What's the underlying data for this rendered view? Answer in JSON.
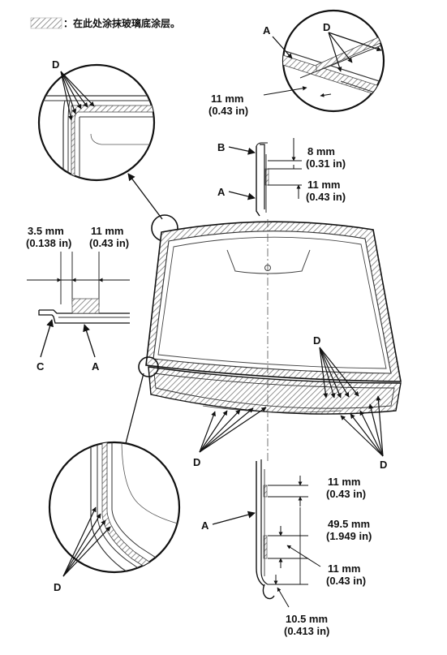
{
  "legend": {
    "text": "：在此处涂抹玻璃底涂层。"
  },
  "labels": {
    "A": "A",
    "B": "B",
    "C": "C",
    "D": "D"
  },
  "dims": {
    "top_11mm": "11 mm",
    "top_043in": "(0.43 in)",
    "b_8mm": "8 mm",
    "b_031in": "(0.31 in)",
    "b_11mm": "11 mm",
    "b_043in": "(0.43 in)",
    "side_35mm": "3.5 mm",
    "side_0138in": "(0.138 in)",
    "side_11mm": "11 mm",
    "side_043in": "(0.43 in)",
    "bot_11mm_a": "11 mm",
    "bot_043in_a": "(0.43 in)",
    "bot_495mm": "49.5 mm",
    "bot_1949in": "(1.949 in)",
    "bot_11mm_b": "11 mm",
    "bot_043in_b": "(0.43 in)",
    "bot_105mm": "10.5 mm",
    "bot_0413in": "(0.413 in)"
  }
}
